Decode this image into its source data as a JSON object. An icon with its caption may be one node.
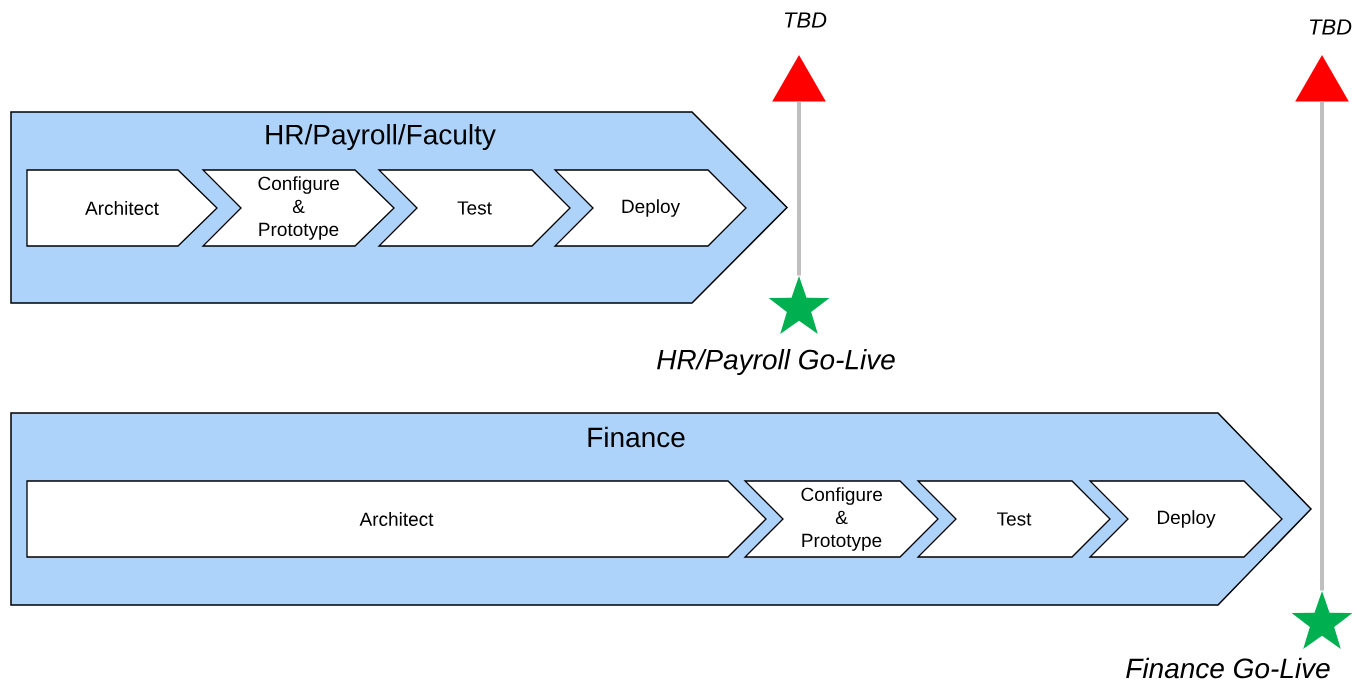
{
  "diagram": {
    "nodes": [
      {
        "text": [],
        "shape": "triangle",
        "beside": [
          "TBD"
        ]
      },
      {
        "text": [],
        "shape": "triangle",
        "beside": [
          "TBD"
        ]
      },
      {
        "text": [
          "HR/Payroll/Faculty"
        ]
      },
      {
        "text": [
          "Architect"
        ],
        "in": 2
      },
      {
        "text": [
          "Configure & Prototype"
        ],
        "in": 2
      },
      {
        "text": [
          "Test"
        ],
        "in": 2
      },
      {
        "text": [
          "Deploy"
        ],
        "in": 2
      },
      {
        "text": [],
        "shape": "star",
        "beside": [
          "HR/Payroll Go-Live"
        ]
      },
      {
        "text": [
          "Finance"
        ]
      },
      {
        "text": [
          "Architect"
        ],
        "in": 8
      },
      {
        "text": [
          "Configure & Prototype"
        ],
        "in": 8
      },
      {
        "text": [
          "Test"
        ],
        "in": 8
      },
      {
        "text": [
          "Deploy"
        ],
        "in": 8
      },
      {
        "text": [],
        "shape": "star",
        "beside": [
          "Finance Go-Live"
        ]
      }
    ],
    "edges": [
      {
        "from": 7,
        "to": 0,
        "arrow": "none"
      },
      {
        "from": 13,
        "to": 1,
        "arrow": "none"
      }
    ]
  }
}
